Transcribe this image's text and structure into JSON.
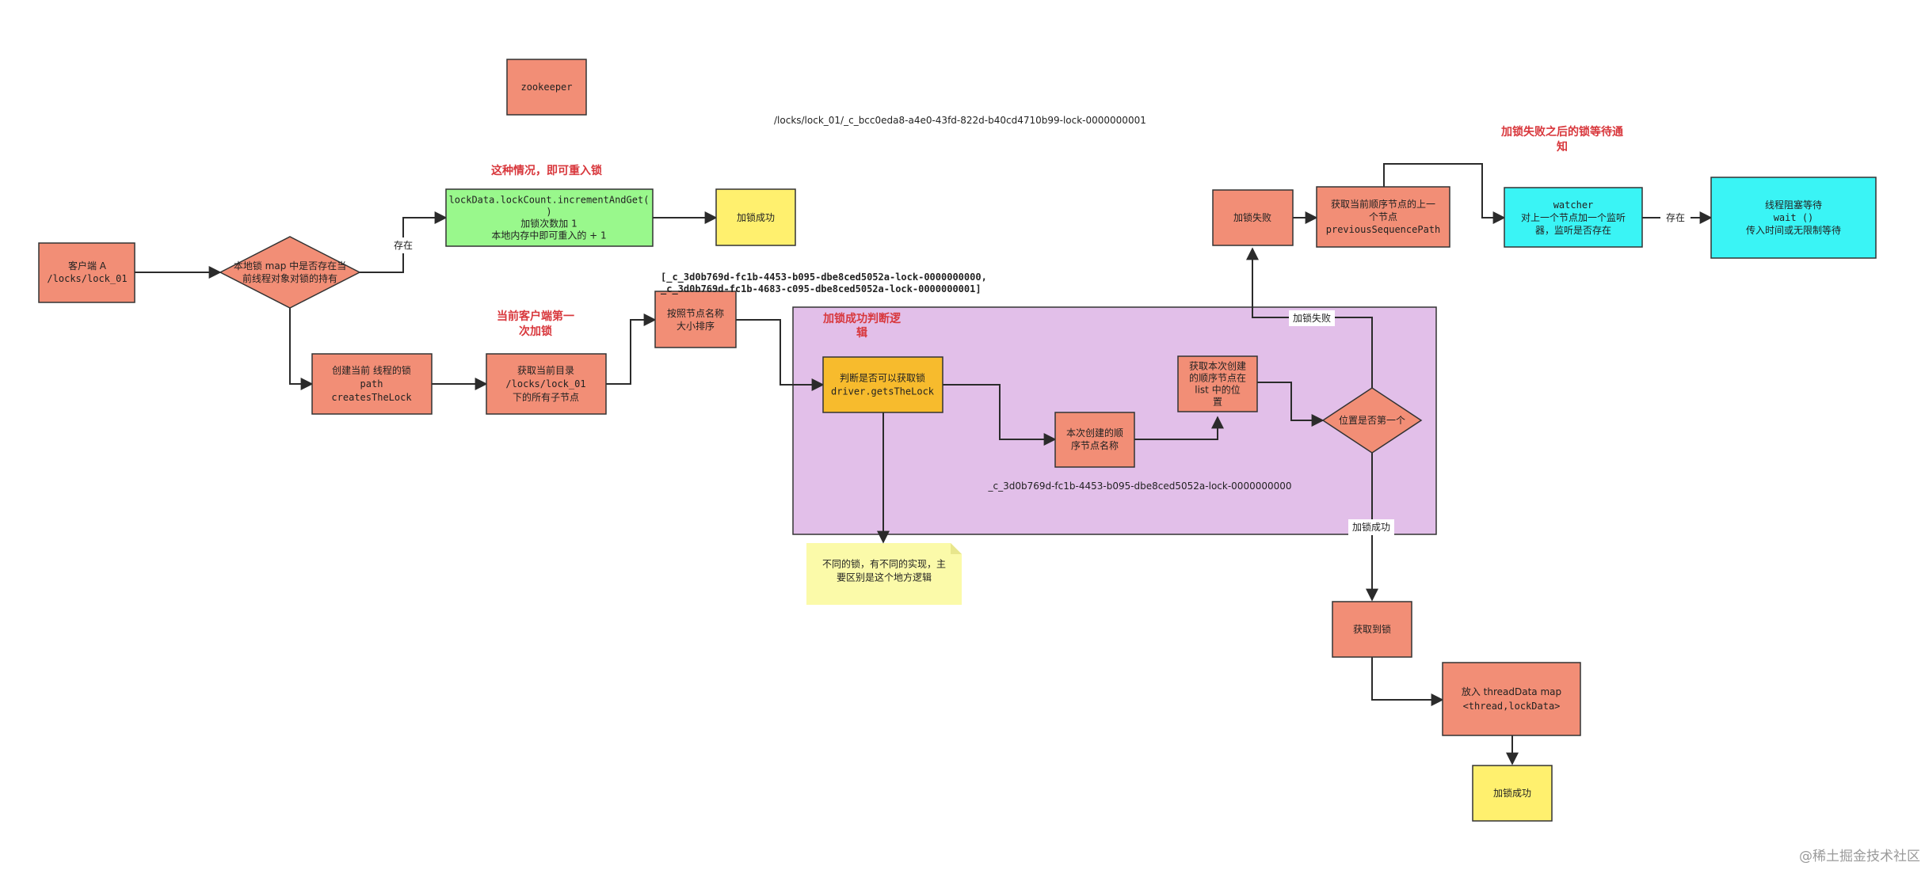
{
  "colors": {
    "salmon": "#f28e76",
    "yellow": "#fff06e",
    "green": "#99f88c",
    "cyan": "#3af4f5",
    "orange": "#f7bb2d",
    "purple": "#e2bfe9",
    "note": "#fbfaa9",
    "red_text": "#d8373c",
    "edge": "#2b2b2b"
  },
  "nodes": {
    "zookeeper": [
      "zookeeper"
    ],
    "client": [
      "客户端 A",
      "/locks/lock_01"
    ],
    "check_map": [
      "本地锁 map 中是否存在当",
      "前线程对象对锁的持有"
    ],
    "reentrant": [
      "lockData.lockCount.incrementAndGet(",
      ")",
      "加锁次数加 1",
      "本地内存中即可重入的    + 1"
    ],
    "lock_success_top": [
      "加锁成功"
    ],
    "create_lock": [
      "创建当前 线程的锁",
      "path",
      "createsTheLock"
    ],
    "get_children": [
      "获取当前目录",
      "/locks/lock_01",
      "下的所有子节点"
    ],
    "sort_nodes": [
      "按照节点名称",
      "大小排序"
    ],
    "judge": [
      "判断是否可以获取锁",
      "driver.getsTheLock"
    ],
    "this_node_name": [
      "本次创建的顺",
      "序节点名称"
    ],
    "get_position": [
      "获取本次创建",
      "的顺序节点在",
      "list 中的位",
      "置"
    ],
    "is_first": [
      "位置是否第一个"
    ],
    "lock_fail": [
      "加锁失败"
    ],
    "get_prev": [
      "获取当前顺序节点的上一",
      "个节点",
      "previousSequencePath"
    ],
    "watcher": [
      "watcher",
      "对上一个节点加一个监听",
      "器，监听是否存在"
    ],
    "wait": [
      "线程阻塞等待",
      "wait ()",
      "传入时间或无限制等待"
    ],
    "got_lock": [
      "获取到锁"
    ],
    "put_map": [
      "放入 threadData map",
      "<thread,lockData>"
    ],
    "lock_success_bottom": [
      "加锁成功"
    ]
  },
  "edge_labels": {
    "exists_1": "存在",
    "lock_fail": "加锁失败",
    "lock_success": "加锁成功",
    "exists_2": "存在"
  },
  "texts": {
    "lock_path": "/locks/lock_01/_c_bcc0eda8-a4e0-43fd-822d-b40cd4710b99-lock-0000000001",
    "reentrant_title": "这种情况，即可重入锁",
    "first_lock_title": [
      "当前客户端第一",
      "次加锁"
    ],
    "children_list": [
      "[_c_3d0b769d-fc1b-4453-b095-dbe8ced5052a-lock-0000000000,",
      "_c_3d0b769d-fc1b-4683-c095-dbe8ced5052a-lock-0000000001]"
    ],
    "judge_group_title": [
      "加锁成功判断逻",
      "辑"
    ],
    "node_name_example": "_c_3d0b769d-fc1b-4453-b095-dbe8ced5052a-lock-0000000000",
    "fail_wait_title": [
      "加锁失败之后的锁等待通",
      "知"
    ],
    "sticky_note": [
      "不同的锁，有不同的实现，主",
      "要区别是这个地方逻辑"
    ],
    "watermark": "@稀土掘金技术社区"
  }
}
